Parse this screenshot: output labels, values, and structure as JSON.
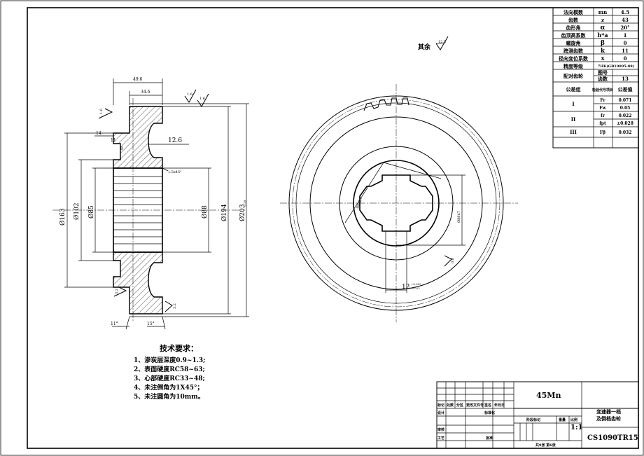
{
  "params_table": {
    "rows": [
      {
        "name": "法向模数",
        "sym": "mn",
        "val": "4.5"
      },
      {
        "name": "齿数",
        "sym": "z",
        "val": "43"
      },
      {
        "name": "齿形角",
        "sym": "α",
        "val": "20°"
      },
      {
        "name": "齿顶高系数",
        "sym": "h*a",
        "val": "1"
      },
      {
        "name": "螺旋角",
        "sym": "β",
        "val": "0"
      },
      {
        "name": "跨测齿数",
        "sym": "k",
        "val": "11"
      },
      {
        "name": "径向变位系数",
        "sym": "x",
        "val": "0"
      }
    ],
    "accuracy_label": "精度等级",
    "accuracy_value": "7HK(GB10095-88)",
    "mate_label": "配对齿轮",
    "mate_drawing_label": "图号",
    "mate_teeth_label": "齿数",
    "mate_teeth_value": "13",
    "tol_group_header": "公差组",
    "tol_item_header": "检验代号项目",
    "tol_value_header": "公差值",
    "tol_rows": [
      {
        "group": "I",
        "code": "Fr",
        "val": "0.071"
      },
      {
        "group": "",
        "code": "Fw",
        "val": "0.05"
      },
      {
        "group": "II",
        "code": "fr",
        "val": "0.022"
      },
      {
        "group": "",
        "code": "fpt",
        "val": "±0.028"
      },
      {
        "group": "III",
        "code": "Fβ",
        "val": "0.032"
      }
    ]
  },
  "rest_roughness": {
    "label": "其余",
    "value": "12.5"
  },
  "roughness": {
    "top1": "1.6",
    "top2": "1.6",
    "left_top": "1.6",
    "left_bottom": "3.2",
    "bottom_right": "3.2",
    "bore": "0.8"
  },
  "section_dims": {
    "width_total": "49.6",
    "width_hub": "34.6",
    "web_offset": "14",
    "step": "11",
    "slot": "8",
    "groove_depth": "12.6",
    "chamfer": "1.5x45°",
    "d163": "Ø163",
    "d102": "Ø102",
    "d85": "Ø85",
    "d88": "Ø88",
    "d194": "Ø194",
    "d203": "Ø203",
    "d203_tol": "-0.29",
    "angle_left": "11°",
    "angle_right": "15°"
  },
  "front_dims": {
    "spline_outer": "Ø86h7",
    "spline_inner": "Ø88h7",
    "key_width": "12",
    "key_tol_up": "+0.055",
    "key_tol_dn": "-0.022"
  },
  "tech_req": {
    "title": "技术要求：",
    "items": [
      "1、渗炭层深度0.9~1.3;",
      "2、表面硬度RC58~63;",
      "3、心部硬度RC33~48;",
      "4、未注倒角为1X45°；",
      "5、未注圆角为10mm。"
    ]
  },
  "title_block": {
    "material": "45Mn",
    "part_name_1": "变速器一档",
    "part_name_2": "及倒档齿轮",
    "scale": "1:1",
    "drawing_no": "CS1090TR15",
    "head_labels": [
      "标记",
      "处数",
      "分区",
      "更改文件号",
      "签名",
      "年月日"
    ],
    "design_label": "设计",
    "standard_label": "标准化",
    "check_label": "审核",
    "process_label": "工艺",
    "approve_label": "批准",
    "stage_label": "阶段标记",
    "weight_label": "重量",
    "scale_label": "比例",
    "sheet_info": "共9张 第6张"
  }
}
